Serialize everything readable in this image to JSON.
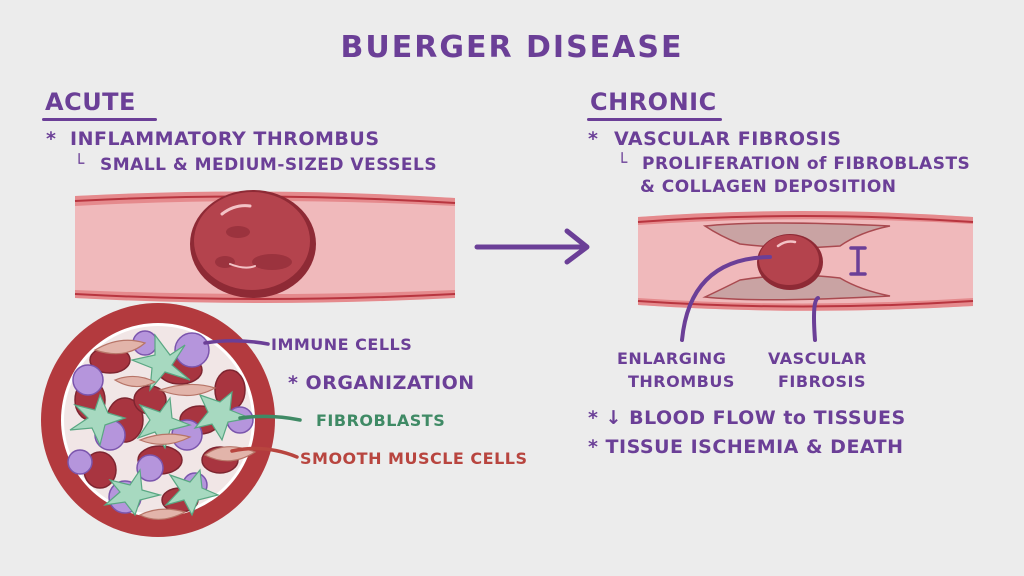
{
  "title": "BUERGER DISEASE",
  "acute": {
    "heading": "ACUTE",
    "bullet_mark": "*",
    "bullet": "INFLAMMATORY THROMBUS",
    "sub_mark": "└",
    "sub": "SMALL & MEDIUM-SIZED VESSELS",
    "labels": {
      "immune": "IMMUNE CELLS",
      "organization": "* ORGANIZATION",
      "fibroblasts": "FIBROBLASTS",
      "smooth_muscle": "SMOOTH MUSCLE CELLS"
    }
  },
  "chronic": {
    "heading": "CHRONIC",
    "bullet_mark": "*",
    "bullet": "VASCULAR FIBROSIS",
    "sub_mark": "└",
    "sub_line1": "PROLIFERATION of FIBROBLASTS",
    "sub_line2": "& COLLAGEN DEPOSITION",
    "labels": {
      "thrombus_1": "ENLARGING",
      "thrombus_2": "THROMBUS",
      "fibrosis_1": "VASCULAR",
      "fibrosis_2": "FIBROSIS"
    },
    "outcomes": [
      "* ↓ BLOOD FLOW to TISSUES",
      "* TISSUE ISCHEMIA & DEATH"
    ]
  },
  "colors": {
    "text": "#6b3f97",
    "vessel_wall": "#c9484f",
    "lumen": "#f0b9bb",
    "thrombus": "#a93a45",
    "fibroblast": "#3f8a65",
    "smooth_muscle": "#b8453f"
  }
}
